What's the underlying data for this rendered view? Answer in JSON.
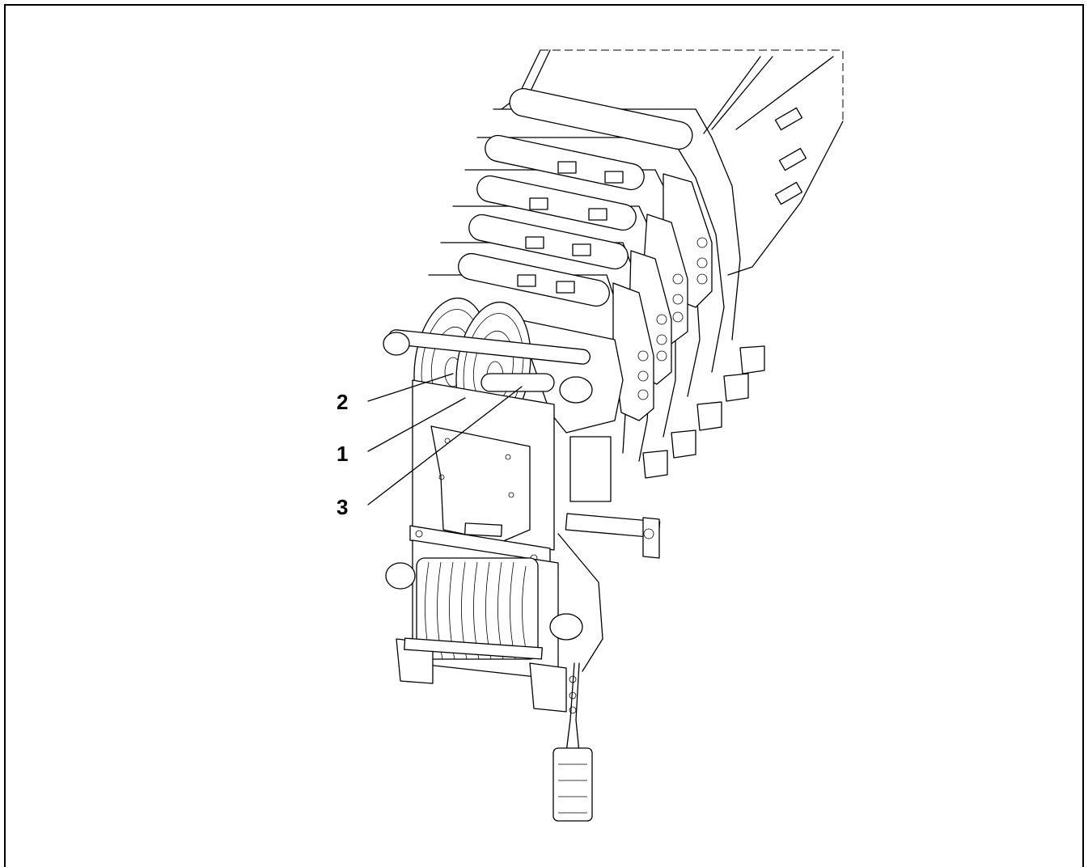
{
  "callouts": [
    {
      "id": "callout-2",
      "label": "2"
    },
    {
      "id": "callout-1",
      "label": "1"
    },
    {
      "id": "callout-3",
      "label": "3"
    }
  ]
}
